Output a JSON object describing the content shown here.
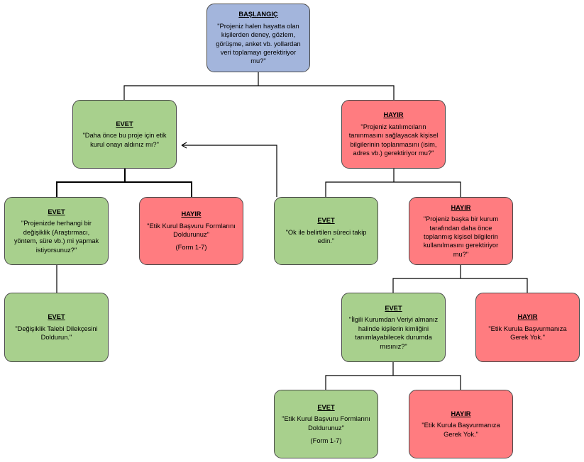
{
  "nodes": {
    "start": {
      "title": "BAŞLANGIÇ",
      "body": "\"Projeniz halen hayatta olan\nkişilerden deney, gözlem,\ngörüşme, anket vb. yollardan\nveri toplamayı gerektiriyor\nmu?\""
    },
    "evet_1": {
      "title": "EVET",
      "body": "\"Daha önce bu proje için etik\nkurul onayı aldınız mı?\""
    },
    "hayir_1": {
      "title": "HAYIR",
      "body": "\"Projeniz katılımcıların\ntanınmasını sağlayacak kişisel\nbilgilerinin toplanmasını (isim,\nadres vb.) gerektiriyor mu?\""
    },
    "evet_2": {
      "title": "EVET",
      "body": "\"Projenizde herhangi bir\ndeğişiklik (Araştırmacı,\nyöntem, süre vb.) mi yapmak\nistiyorsunuz?\""
    },
    "hayir_2": {
      "title": "HAYIR",
      "body": "\"Etik Kurul Başvuru Formlarını\nDoldurunuz\"",
      "note": "(Form 1-7)"
    },
    "evet_3": {
      "title": "EVET",
      "body": "\"Ok ile belirtilen süreci takip\nedin.\""
    },
    "hayir_3": {
      "title": "HAYIR",
      "body": "\"Projeniz başka bir kurum\ntarafından daha önce\ntoplanmış kişisel bilgilerin\nkullanılmasını gerektiriyor\nmu?\""
    },
    "evet_4": {
      "title": "EVET",
      "body": "\"Değişiklik Talebi Dilekçesini\nDoldurun.\""
    },
    "evet_5": {
      "title": "EVET",
      "body": "\"İlgili Kurumdan Veriyi almanız\nhalinde kişilerin kimliğini\ntanımlayabilecek durumda\nmısınız?\""
    },
    "hayir_5": {
      "title": "HAYIR",
      "body": "\"Etik Kurula Başvurmanıza\nGerek Yok.\""
    },
    "evet_6": {
      "title": "EVET",
      "body": "\"Etik Kurul Başvuru Formlarını\nDoldurunuz\"",
      "note": "(Form 1-7)"
    },
    "hayir_6": {
      "title": "HAYIR",
      "body": "\"Etik Kurula Başvurmanıza\nGerek Yok.\""
    }
  },
  "colors": {
    "start": "#a3b5dc",
    "yes": "#a8d08d",
    "no": "#ff7c80",
    "line": "#000000"
  }
}
